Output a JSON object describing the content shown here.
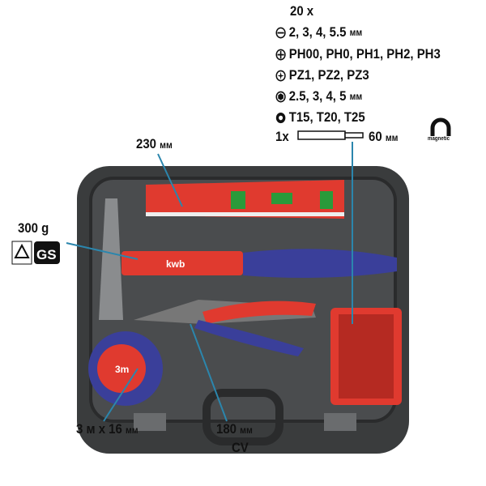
{
  "bit_set": {
    "count": "20 x",
    "lines": [
      {
        "icon": "slotted-icon",
        "text": "2, 3, 4, 5.5",
        "unit": "мм"
      },
      {
        "icon": "phillips-icon",
        "text": "PH00, PH0, PH1, PH2, PH3",
        "unit": ""
      },
      {
        "icon": "pozidriv-icon",
        "text": "PZ1, PZ2, PZ3",
        "unit": ""
      },
      {
        "icon": "hex-icon",
        "text": "2.5, 3, 4, 5",
        "unit": "мм"
      },
      {
        "icon": "torx-icon",
        "text": "T15, T20, T25",
        "unit": ""
      }
    ],
    "holder_count": "1x",
    "holder_length": "60",
    "holder_unit": "мм",
    "magnetic_label": "magnetic"
  },
  "level": {
    "value": "230",
    "unit": "мм"
  },
  "hammer": {
    "weight": "300 g",
    "cert": "GS",
    "brand": "kwb"
  },
  "tape": {
    "value": "3 м x 16",
    "unit": "мм",
    "face": "3m"
  },
  "pliers": {
    "value": "180",
    "unit": "мм",
    "material": "CV"
  },
  "colors": {
    "leader": "#2b86ad",
    "case": "#3a3c3d",
    "red": "#e03a2f",
    "blue": "#3a3f9a"
  }
}
